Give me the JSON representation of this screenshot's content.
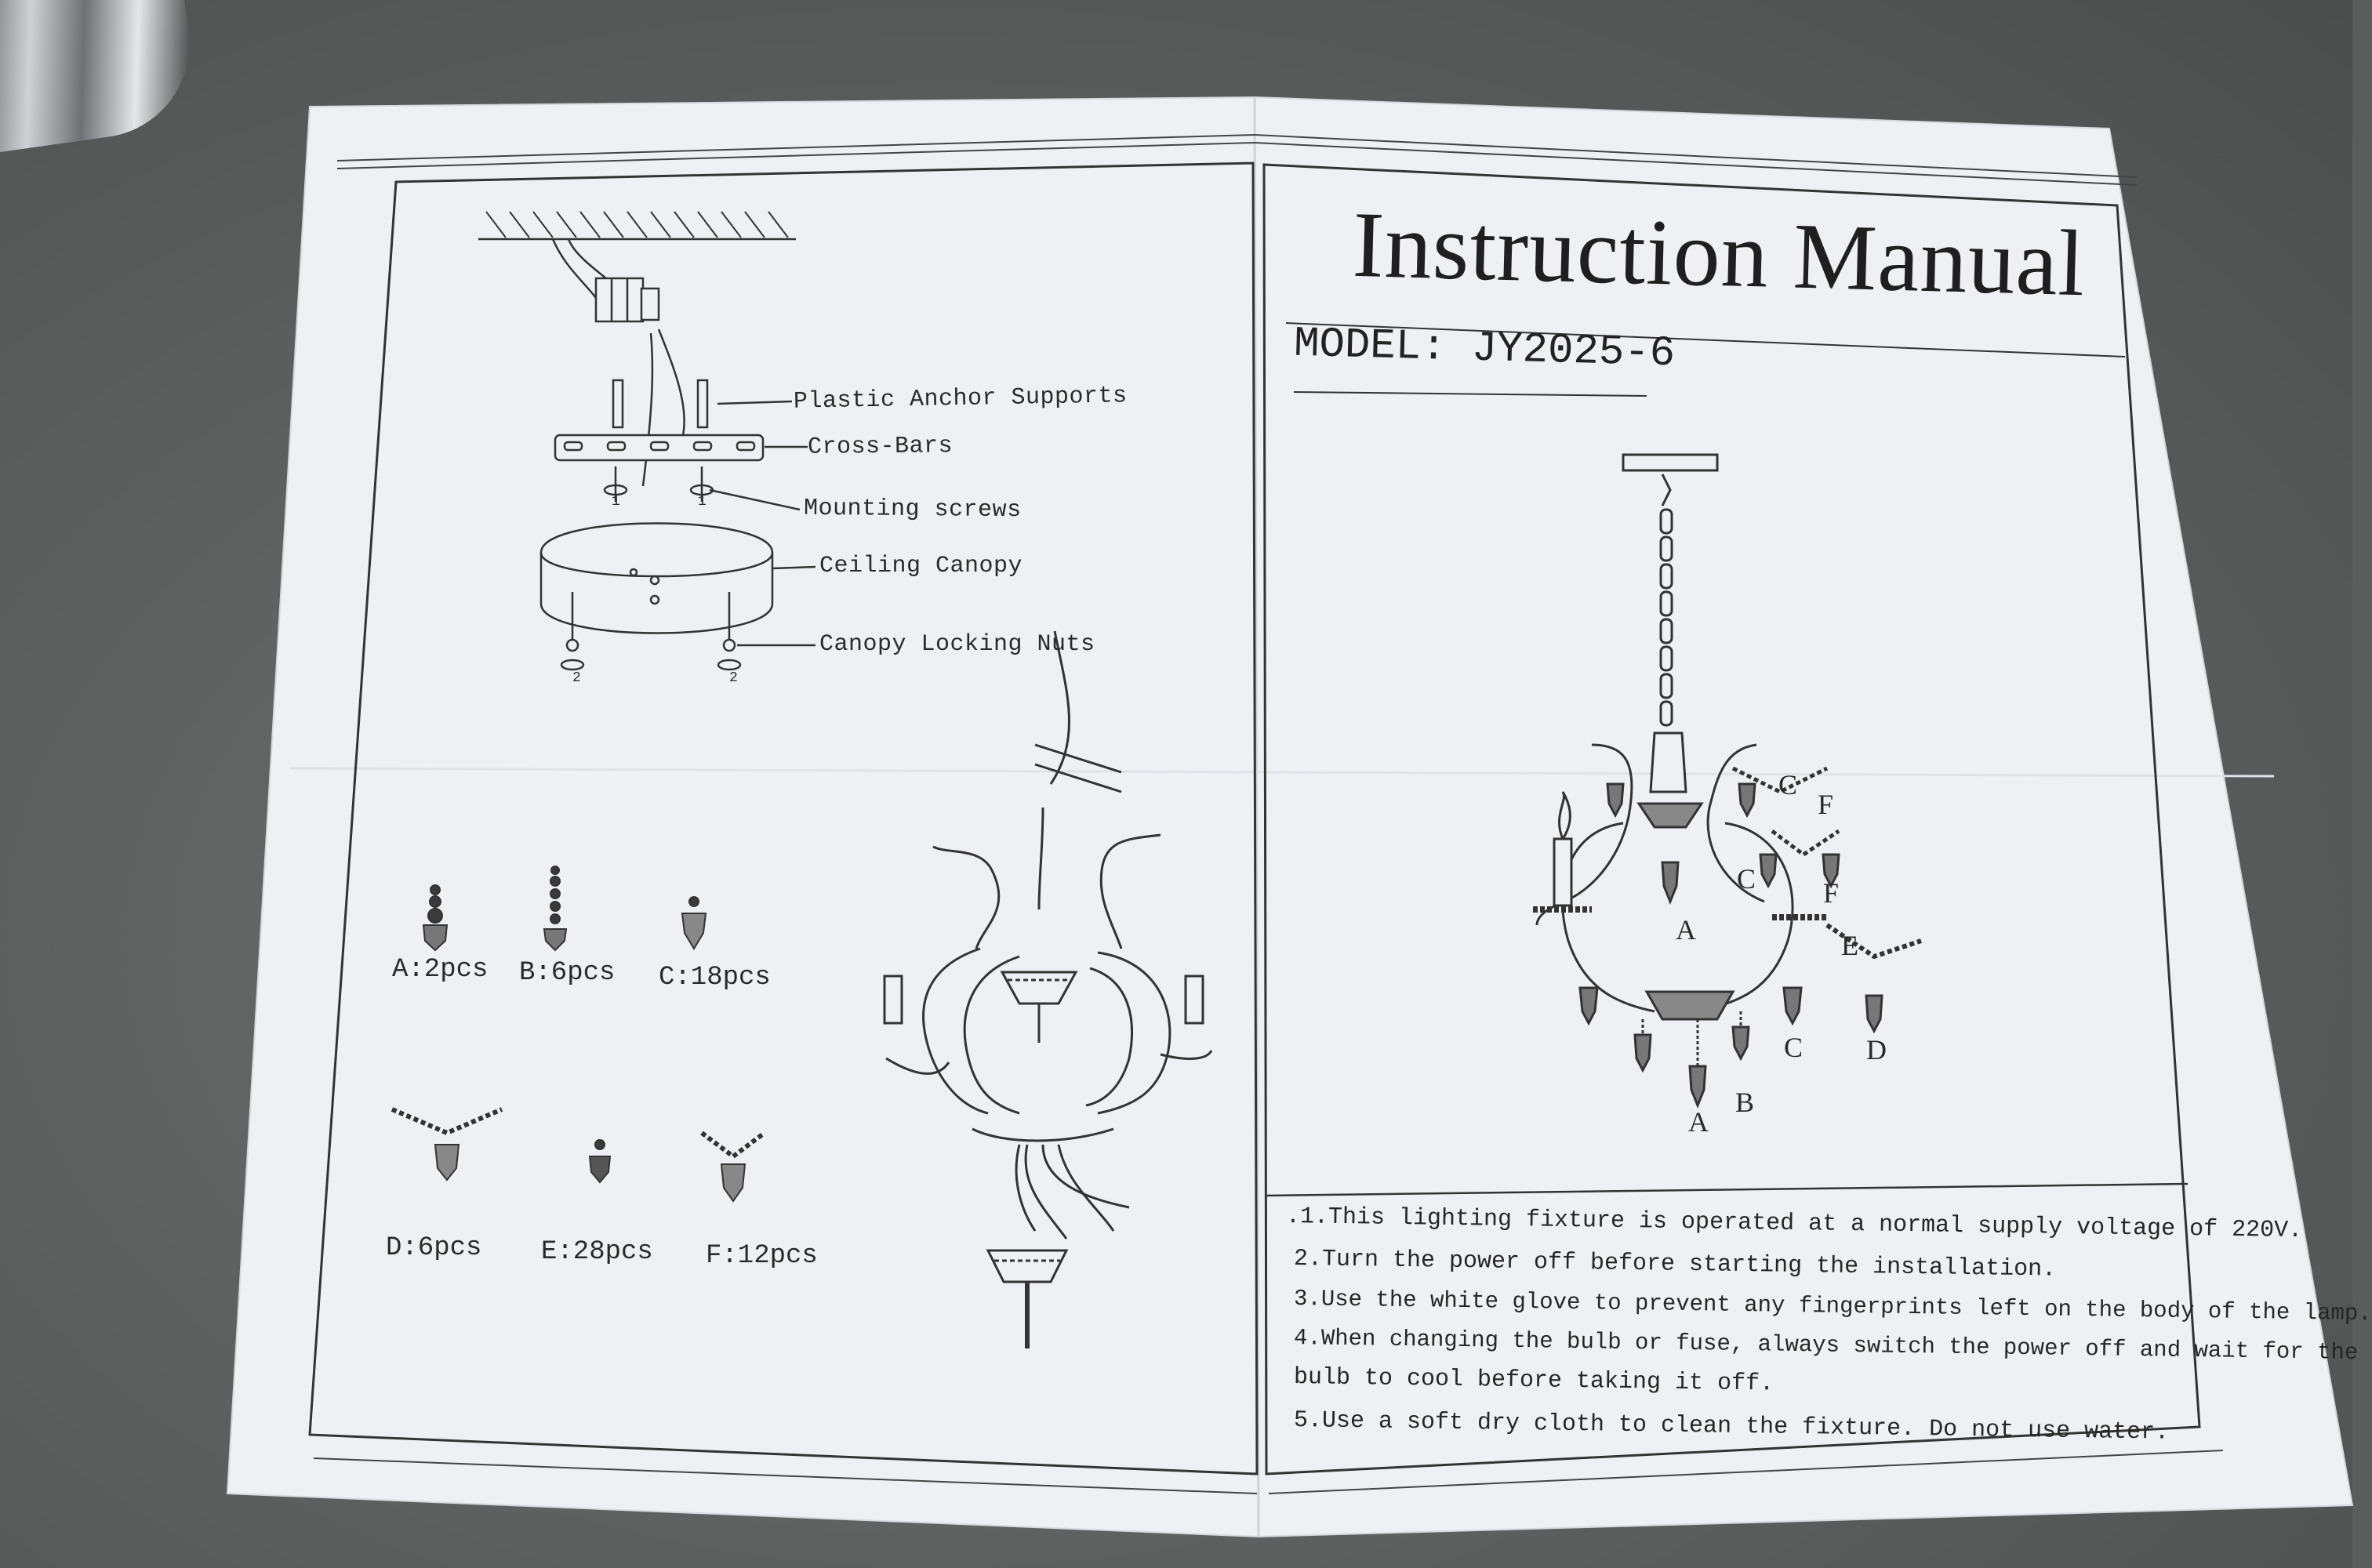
{
  "manual": {
    "title": "Instruction Manual",
    "model": "MODEL: JY2025-6"
  },
  "install_labels": [
    "Plastic Anchor Supports",
    "Cross-Bars",
    "Mounting screws",
    "Ceiling Canopy",
    "Canopy Locking Nuts"
  ],
  "screw_marks": [
    "1",
    "1",
    "2",
    "2"
  ],
  "parts": [
    "A:2pcs",
    "B:6pcs",
    "C:18pcs",
    "D:6pcs",
    "E:28pcs",
    "F:12pcs"
  ],
  "fixture_letters": [
    "C",
    "F",
    "C",
    "F",
    "A",
    "E",
    "C",
    "D",
    "A",
    "B"
  ],
  "notes": [
    ".1.This lighting fixture is operated at a normal supply voltage of 220V.",
    "2.Turn the power off before starting the installation.",
    "3.Use the white glove to prevent any fingerprints left on the body of the lamp.",
    "4.When changing the bulb or fuse, always switch the power off and wait for the",
    "bulb to cool before taking it off.",
    "5.Use a soft dry cloth to clean the fixture.  Do not use water."
  ],
  "colors": {
    "paper": "#eef0f3",
    "ink": "#2a2a2a",
    "table": "#5b5e5d"
  }
}
